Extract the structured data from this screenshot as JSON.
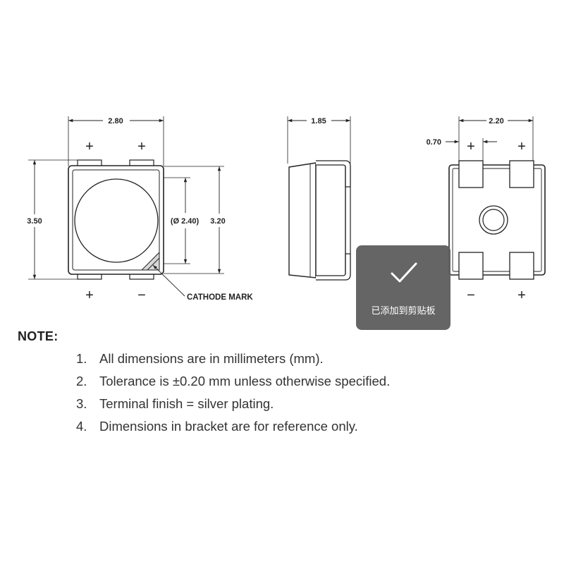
{
  "dimensions": {
    "top_width": "2.80",
    "top_height": "3.50",
    "lens_diameter": "(Ø 2.40)",
    "body_height": "3.20",
    "side_thickness": "1.85",
    "bottom_width": "2.20",
    "pad_width": "0.70"
  },
  "symbols": {
    "plus": "+",
    "minus": "−"
  },
  "callouts": {
    "cathode_mark": "CATHODE MARK"
  },
  "note": {
    "title": "NOTE:",
    "items": [
      {
        "num": "1.",
        "text": "All dimensions are in millimeters (mm)."
      },
      {
        "num": "2.",
        "text": "Tolerance is ±0.20 mm unless otherwise specified."
      },
      {
        "num": "3.",
        "text": "Terminal finish = silver plating."
      },
      {
        "num": "4.",
        "text": "Dimensions in bracket are for reference only."
      }
    ]
  },
  "toast": {
    "icon": "check-icon",
    "message": "已添加到剪贴板"
  }
}
